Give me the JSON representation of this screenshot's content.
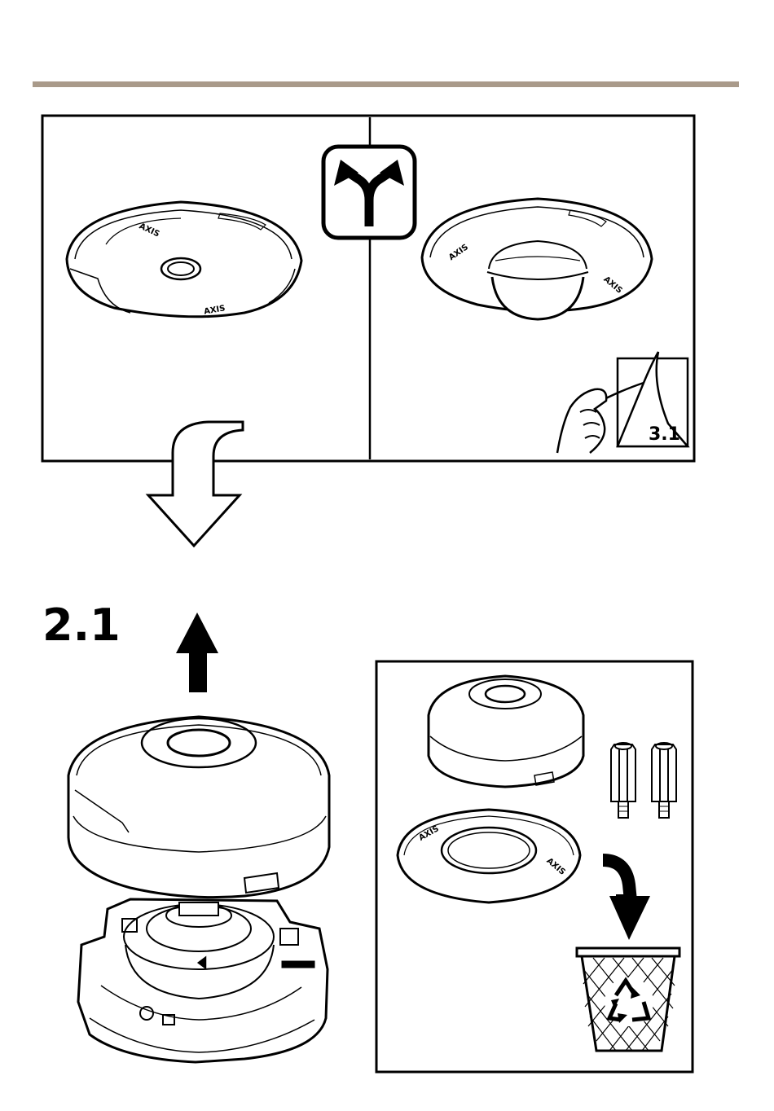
{
  "colors": {
    "rule": "#a99a8a",
    "ink": "#000000",
    "bg": "#ffffff"
  },
  "labels": {
    "step_remove": "2.1",
    "step_alt": "3.1",
    "brand": "AXIS"
  },
  "icons": {
    "choice": "fork-arrows-icon",
    "down": "curved-down-arrow-icon",
    "up": "up-arrow-icon",
    "discard": "down-arrow-icon",
    "bin": "recycle-bin-icon"
  }
}
